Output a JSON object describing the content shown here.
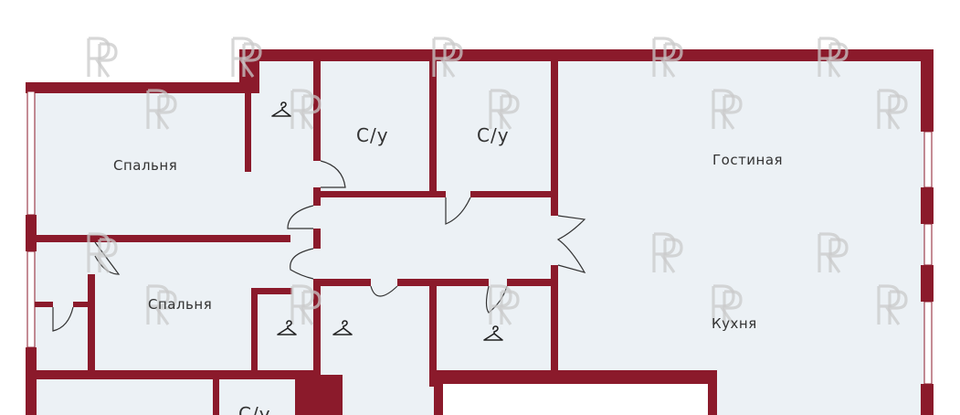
{
  "floor_plan": {
    "colors": {
      "wall": "#8b1a2b",
      "floor": "#ecf1f5",
      "background": "#ffffff",
      "watermark": "#c9c9c9",
      "text": "#333333"
    },
    "rooms": {
      "bedroom_top": "Спальня",
      "bedroom_middle": "Спальня",
      "bathroom_1": "С/у",
      "bathroom_2": "С/у",
      "bathroom_3": "С/у",
      "living_room": "Гостиная",
      "kitchen": "Кухня"
    },
    "wardrobe_icon": "hanger-icon",
    "watermark_icon": "rp-logo-icon"
  }
}
